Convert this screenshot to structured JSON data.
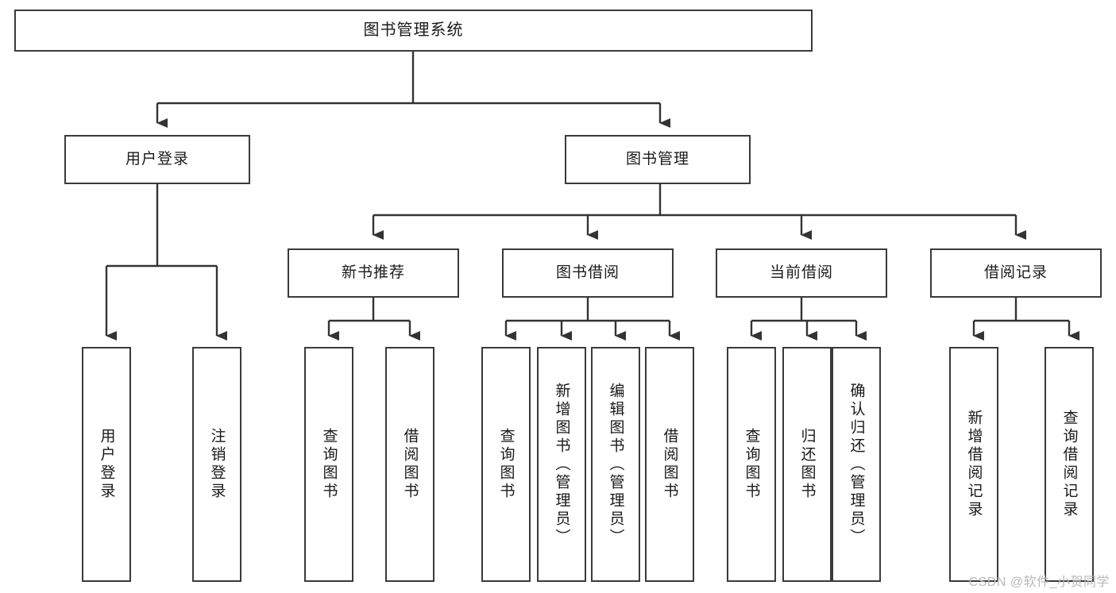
{
  "diagram": {
    "title": "图书管理系统",
    "type": "tree-hierarchy-diagram",
    "colors": {
      "box_border": "#3a3a3a",
      "box_fill": "#ffffff",
      "connector": "#333333",
      "text": "#1a1a1a",
      "watermark": "#b9b9b9"
    },
    "nodes": {
      "root": {
        "label": "图书管理系统"
      },
      "level2": [
        {
          "label": "用户登录"
        },
        {
          "label": "图书管理"
        }
      ],
      "level3": [
        {
          "label": "新书推荐"
        },
        {
          "label": "图书借阅"
        },
        {
          "label": "当前借阅"
        },
        {
          "label": "借阅记录"
        }
      ],
      "leaves": [
        {
          "label": "用户登录",
          "parent": "用户登录"
        },
        {
          "label": "注销登录",
          "parent": "用户登录"
        },
        {
          "label": "查询图书",
          "parent": "新书推荐"
        },
        {
          "label": "借阅图书",
          "parent": "新书推荐"
        },
        {
          "label": "查询图书",
          "parent": "图书借阅"
        },
        {
          "label": "新增图书（管理员）",
          "parent": "图书借阅"
        },
        {
          "label": "编辑图书（管理员）",
          "parent": "图书借阅"
        },
        {
          "label": "借阅图书",
          "parent": "图书借阅"
        },
        {
          "label": "查询图书",
          "parent": "当前借阅"
        },
        {
          "label": "归还图书",
          "parent": "当前借阅"
        },
        {
          "label": "确认归还（管理员）",
          "parent": "当前借阅"
        },
        {
          "label": "新增借阅记录",
          "parent": "借阅记录"
        },
        {
          "label": "查询借阅记录",
          "parent": "借阅记录"
        }
      ]
    },
    "watermark": "CSDN @软件_小贺同学"
  }
}
